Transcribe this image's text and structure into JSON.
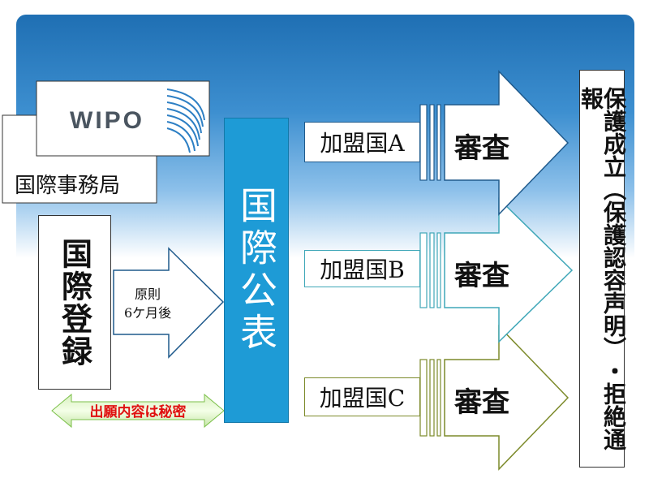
{
  "wipo": {
    "logo_text": "WIPO",
    "office_label": "国際事務局"
  },
  "registration": {
    "label": "国際登録"
  },
  "arrow_label": {
    "line1": "原則",
    "line2": "6ケ月後"
  },
  "secret_label": "出願内容は秘密",
  "publication": {
    "label": "国際公表"
  },
  "countries": [
    {
      "label": "加盟国A",
      "exam": "審査"
    },
    {
      "label": "加盟国B",
      "exam": "審査"
    },
    {
      "label": "加盟国C",
      "exam": "審査"
    }
  ],
  "result": {
    "label": "保護成立︵保護認容声明︶・拒絶通報"
  },
  "colors": {
    "publication_fill": "#1e9bd6",
    "arrow_a": "#1f5a8c",
    "arrow_b": "#3fa7b8",
    "arrow_c": "#7c8a2a",
    "secret_arrow": "#7cc04a",
    "secret_text": "#e01010"
  }
}
